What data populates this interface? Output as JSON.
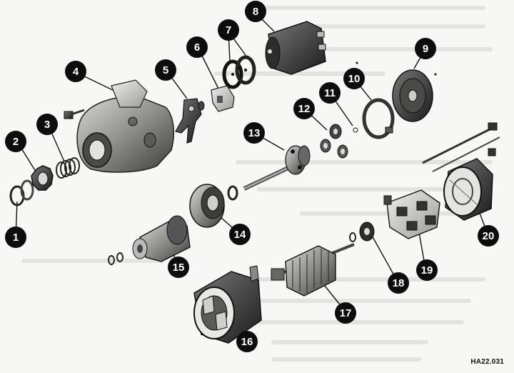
{
  "callouts": [
    "1",
    "2",
    "3",
    "4",
    "5",
    "6",
    "7",
    "8",
    "9",
    "10",
    "11",
    "12",
    "13",
    "14",
    "15",
    "16",
    "17",
    "18",
    "19",
    "20"
  ],
  "figure_code": "HA22.031"
}
